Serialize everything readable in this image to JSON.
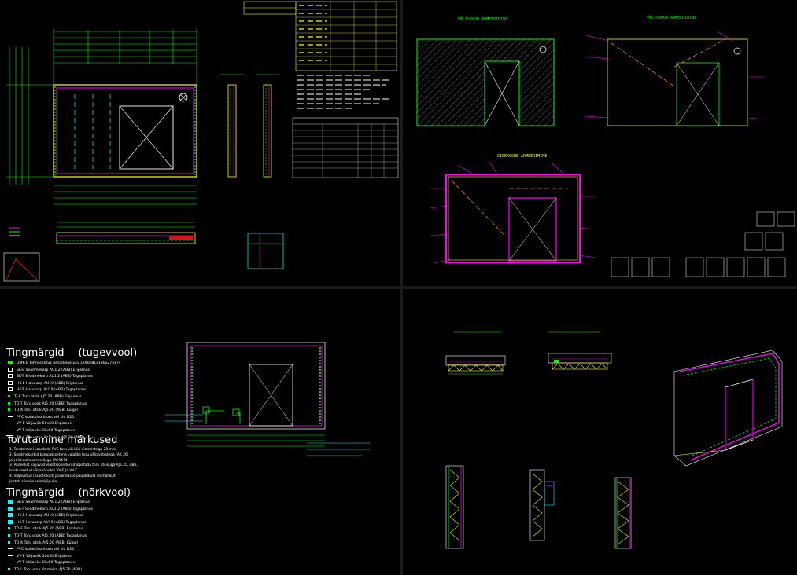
{
  "panels": {
    "top_right": {
      "title_left": "VÄLISKOOR ARMEERIMINE",
      "title_right": "VÄLISKOOR ARMEERIMINE",
      "title_bottom": "SISEKOORE ARMEERIMINE"
    },
    "bottom_left": {
      "legend_a_title": "Tingmärgid",
      "legend_a_sub": "(tugevvool)",
      "legend_a_items": [
        "DMK-E Tehnoseptus pesadelaetusv 1x90x81x130x275x74",
        "SK-E Seadmekarp AU1.2 (ABB) Eriplanus",
        "SK-T Seadmekarp AU1.2 (ABB) Tagaplanus",
        "HK-E Harukarp AU19 (ABB) Eriplanus",
        "HK-T Harukarp AU19 (ABB) Tagaplanus",
        "TJ-E Toru otsik AJ5.20 (ABB) Eriplanus",
        "TO-T Toru otsik AJ5.20 (ABB) Tagaplanus",
        "TO-K Toru otsik AJ5.20 (ABB) Külgel",
        "PVC isolatsioonitoru või kiu D20",
        "VV-E Väljavõk 50x50 Eriplanus",
        "VV-T Väljavõk 50x50 Tagaplanus",
        "TO-L Toru otsa liit meisa AJ5.20 (ABB)"
      ],
      "notes_title": "Torutamine märkused",
      "notes": [
        "1. Torutamisel kasutada PVC toru või kiiri diameetriga 20 mm.",
        "2. Seadmekarbid kompaktsetena vajalike toru väljavõtudega (AK 20)",
        "ja välisraskekorrustilega (PG9474)",
        "3. Paneelist väljuvad isolatsioonitorud lõpetada toru otsikuga AJ5.20, ABB,",
        "kooku aretud väljavõtudes VV-E ja VV-T",
        "4. Väljavõtud (lisaotsikud) põrandasse paigaldada võimalikult",
        "jaotuti sõnnile seinaljõpulle."
      ],
      "legend_b_title": "Tingmärgid",
      "legend_b_sub": "(nõrkvool)",
      "legend_b_items": [
        "SK-E Seadmekarp AU1.2 (ABB) Eriplanus",
        "SK-T Seadmekarp AU1.2 (ABB) Tagaplanus",
        "HK-E Harukarp AU19 (ABB) Eriplanus",
        "HK-T Harukarp AU19 (ABB) Tagaplanus",
        "TO-E Toru otsik AJ5.20 (ABB) Eriplanus",
        "TO-T Toru otsik AJ5.20 (ABB) Tagaplanus",
        "TO-K Toru otsik AJ5.20 (ABB) Külgel",
        "PVC isolatsioonitoru või kiu D20",
        "VV-E Väljavõk 50x50 Eriplanus",
        "VV-T Väljavõk 50x50 Tagaplanus",
        "TO-L Toru otsa liit meisa AJ5.20 (ABB)"
      ]
    },
    "colors": {
      "background": "#000000",
      "green": "#00ff00",
      "yellow": "#ffff00",
      "magenta": "#ff00ff",
      "cyan": "#00ffff",
      "red": "#ff2020",
      "orange": "#ff8000",
      "white": "#ffffff",
      "blue": "#3060ff"
    }
  }
}
